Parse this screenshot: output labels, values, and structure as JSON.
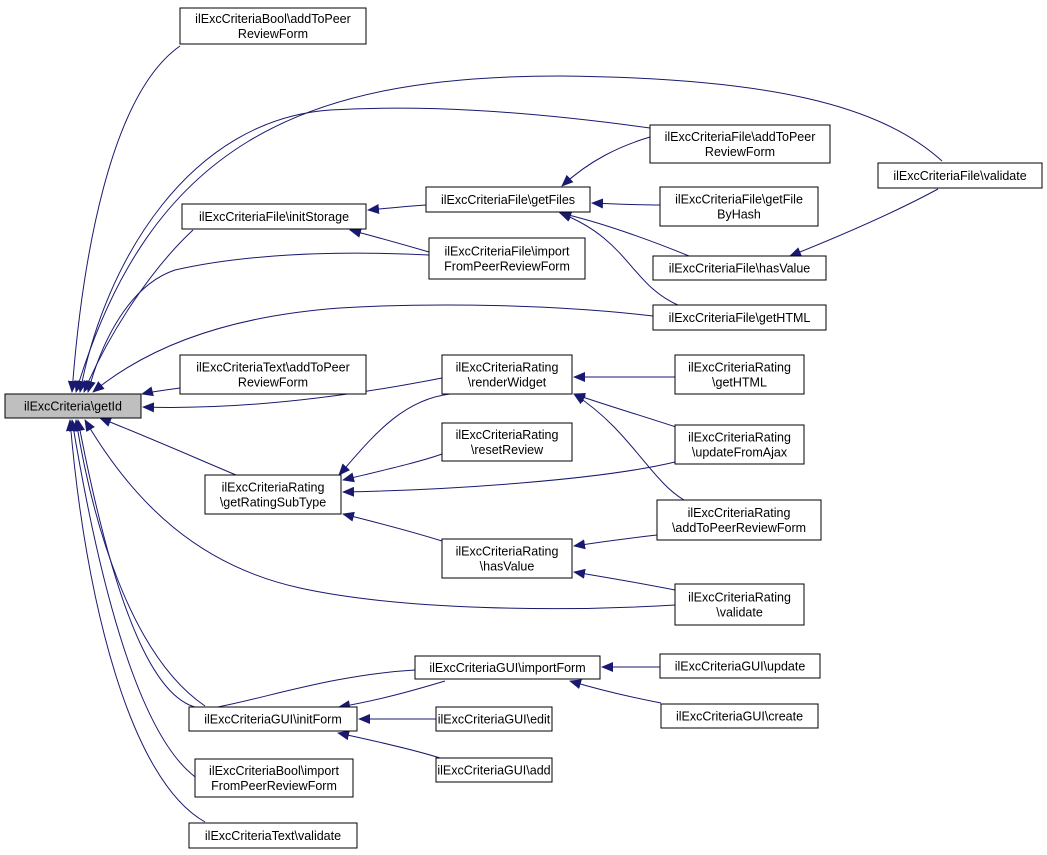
{
  "root": {
    "id": "root",
    "lines": [
      "ilExcCriteria\\getId"
    ],
    "highlight": true
  },
  "nodes": [
    {
      "id": "bool_add",
      "lines": [
        "ilExcCriteriaBool\\addToPeer",
        "ReviewForm"
      ]
    },
    {
      "id": "file_validate",
      "lines": [
        "ilExcCriteriaFile\\validate"
      ]
    },
    {
      "id": "file_addpeer",
      "lines": [
        "ilExcCriteriaFile\\addToPeer",
        "ReviewForm"
      ]
    },
    {
      "id": "file_init",
      "lines": [
        "ilExcCriteriaFile\\initStorage"
      ]
    },
    {
      "id": "file_getfiles",
      "lines": [
        "ilExcCriteriaFile\\getFiles"
      ]
    },
    {
      "id": "file_getfile",
      "lines": [
        "ilExcCriteriaFile\\getFile",
        "ByHash"
      ]
    },
    {
      "id": "file_import",
      "lines": [
        "ilExcCriteriaFile\\import",
        "FromPeerReviewForm"
      ]
    },
    {
      "id": "file_hasvalue",
      "lines": [
        "ilExcCriteriaFile\\hasValue"
      ]
    },
    {
      "id": "file_gethtml",
      "lines": [
        "ilExcCriteriaFile\\getHTML"
      ]
    },
    {
      "id": "text_add",
      "lines": [
        "ilExcCriteriaText\\addToPeer",
        "ReviewForm"
      ]
    },
    {
      "id": "rating_render",
      "lines": [
        "ilExcCriteriaRating",
        "\\renderWidget"
      ]
    },
    {
      "id": "rating_gethtml",
      "lines": [
        "ilExcCriteriaRating",
        "\\getHTML"
      ]
    },
    {
      "id": "rating_reset",
      "lines": [
        "ilExcCriteriaRating",
        "\\resetReview"
      ]
    },
    {
      "id": "rating_update",
      "lines": [
        "ilExcCriteriaRating",
        "\\updateFromAjax"
      ]
    },
    {
      "id": "rating_subtype",
      "lines": [
        "ilExcCriteriaRating",
        "\\getRatingSubType"
      ]
    },
    {
      "id": "rating_addpeer",
      "lines": [
        "ilExcCriteriaRating",
        "\\addToPeerReviewForm"
      ]
    },
    {
      "id": "rating_hasvalue",
      "lines": [
        "ilExcCriteriaRating",
        "\\hasValue"
      ]
    },
    {
      "id": "rating_validate",
      "lines": [
        "ilExcCriteriaRating",
        "\\validate"
      ]
    },
    {
      "id": "gui_import",
      "lines": [
        "ilExcCriteriaGUI\\importForm"
      ]
    },
    {
      "id": "gui_update",
      "lines": [
        "ilExcCriteriaGUI\\update"
      ]
    },
    {
      "id": "gui_create",
      "lines": [
        "ilExcCriteriaGUI\\create"
      ]
    },
    {
      "id": "gui_init",
      "lines": [
        "ilExcCriteriaGUI\\initForm"
      ]
    },
    {
      "id": "gui_edit",
      "lines": [
        "ilExcCriteriaGUI\\edit"
      ]
    },
    {
      "id": "gui_add",
      "lines": [
        "ilExcCriteriaGUI\\add"
      ]
    },
    {
      "id": "bool_import",
      "lines": [
        "ilExcCriteriaBool\\import",
        "FromPeerReviewForm"
      ]
    },
    {
      "id": "text_validate",
      "lines": [
        "ilExcCriteriaText\\validate"
      ]
    }
  ],
  "edges": [
    {
      "from": "bool_add",
      "to": "root"
    },
    {
      "from": "file_validate",
      "to": "root"
    },
    {
      "from": "file_addpeer",
      "to": "root"
    },
    {
      "from": "file_init",
      "to": "root"
    },
    {
      "from": "file_import",
      "to": "root"
    },
    {
      "from": "file_gethtml",
      "to": "root"
    },
    {
      "from": "text_add",
      "to": "root"
    },
    {
      "from": "rating_render",
      "to": "root"
    },
    {
      "from": "rating_subtype",
      "to": "root"
    },
    {
      "from": "rating_validate",
      "to": "root"
    },
    {
      "from": "gui_import",
      "to": "root"
    },
    {
      "from": "gui_init",
      "to": "root"
    },
    {
      "from": "bool_import",
      "to": "root"
    },
    {
      "from": "text_validate",
      "to": "root"
    },
    {
      "from": "file_getfiles",
      "to": "file_init"
    },
    {
      "from": "file_import",
      "to": "file_init"
    },
    {
      "from": "file_addpeer",
      "to": "file_getfiles"
    },
    {
      "from": "file_getfile",
      "to": "file_getfiles"
    },
    {
      "from": "file_hasvalue",
      "to": "file_getfiles"
    },
    {
      "from": "file_gethtml",
      "to": "file_getfiles"
    },
    {
      "from": "file_validate",
      "to": "file_hasvalue"
    },
    {
      "from": "rating_gethtml",
      "to": "rating_render"
    },
    {
      "from": "rating_update",
      "to": "rating_render"
    },
    {
      "from": "rating_addpeer",
      "to": "rating_render"
    },
    {
      "from": "rating_render",
      "to": "rating_subtype"
    },
    {
      "from": "rating_reset",
      "to": "rating_subtype"
    },
    {
      "from": "rating_update",
      "to": "rating_subtype"
    },
    {
      "from": "rating_hasvalue",
      "to": "rating_subtype"
    },
    {
      "from": "rating_addpeer",
      "to": "rating_hasvalue"
    },
    {
      "from": "rating_validate",
      "to": "rating_hasvalue"
    },
    {
      "from": "gui_update",
      "to": "gui_import"
    },
    {
      "from": "gui_create",
      "to": "gui_import"
    },
    {
      "from": "gui_import",
      "to": "gui_init"
    },
    {
      "from": "gui_edit",
      "to": "gui_init"
    },
    {
      "from": "gui_add",
      "to": "gui_init"
    }
  ],
  "colors": {
    "edge": "#191970",
    "node_border": "#000000",
    "node_fill": "#ffffff",
    "root_fill": "#bfbfbf",
    "text": "#000000"
  }
}
